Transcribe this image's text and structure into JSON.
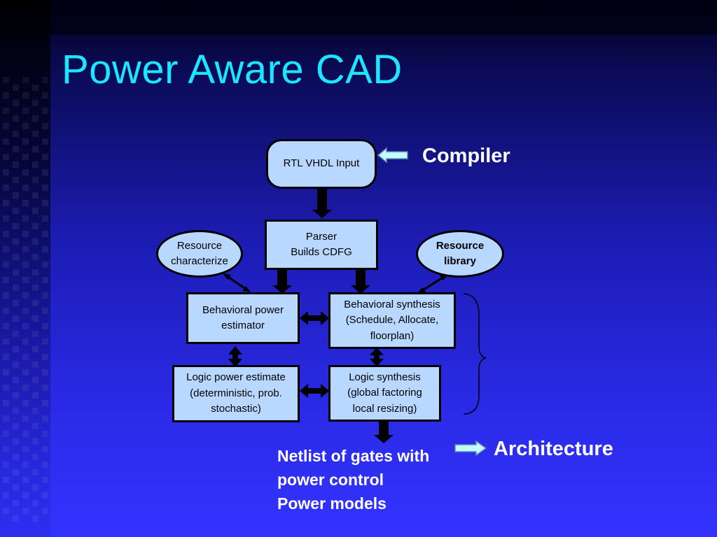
{
  "slide": {
    "title": "Power Aware CAD"
  },
  "nodes": {
    "rtl_input": "RTL VHDL Input",
    "parser": "Parser\nBuilds CDFG",
    "resource_characterize": "Resource\ncharacterize",
    "resource_library": "Resource\nlibrary",
    "behavioral_power_estimator": "Behavioral power\nestimator",
    "behavioral_synthesis": "Behavioral synthesis\n(Schedule, Allocate,\nfloorplan)",
    "logic_power_estimate": "Logic power estimate\n(deterministic, prob.\nstochastic)",
    "logic_synthesis": "Logic synthesis\n(global factoring\nlocal resizing)"
  },
  "labels": {
    "compiler": "Compiler",
    "architecture": "Architecture",
    "netlist": "Netlist of gates with\npower control\nPower models"
  },
  "colors": {
    "title": "#1ce6ff",
    "box_fill": "#b8d8ff",
    "pointer_fill": "#bfffff"
  }
}
